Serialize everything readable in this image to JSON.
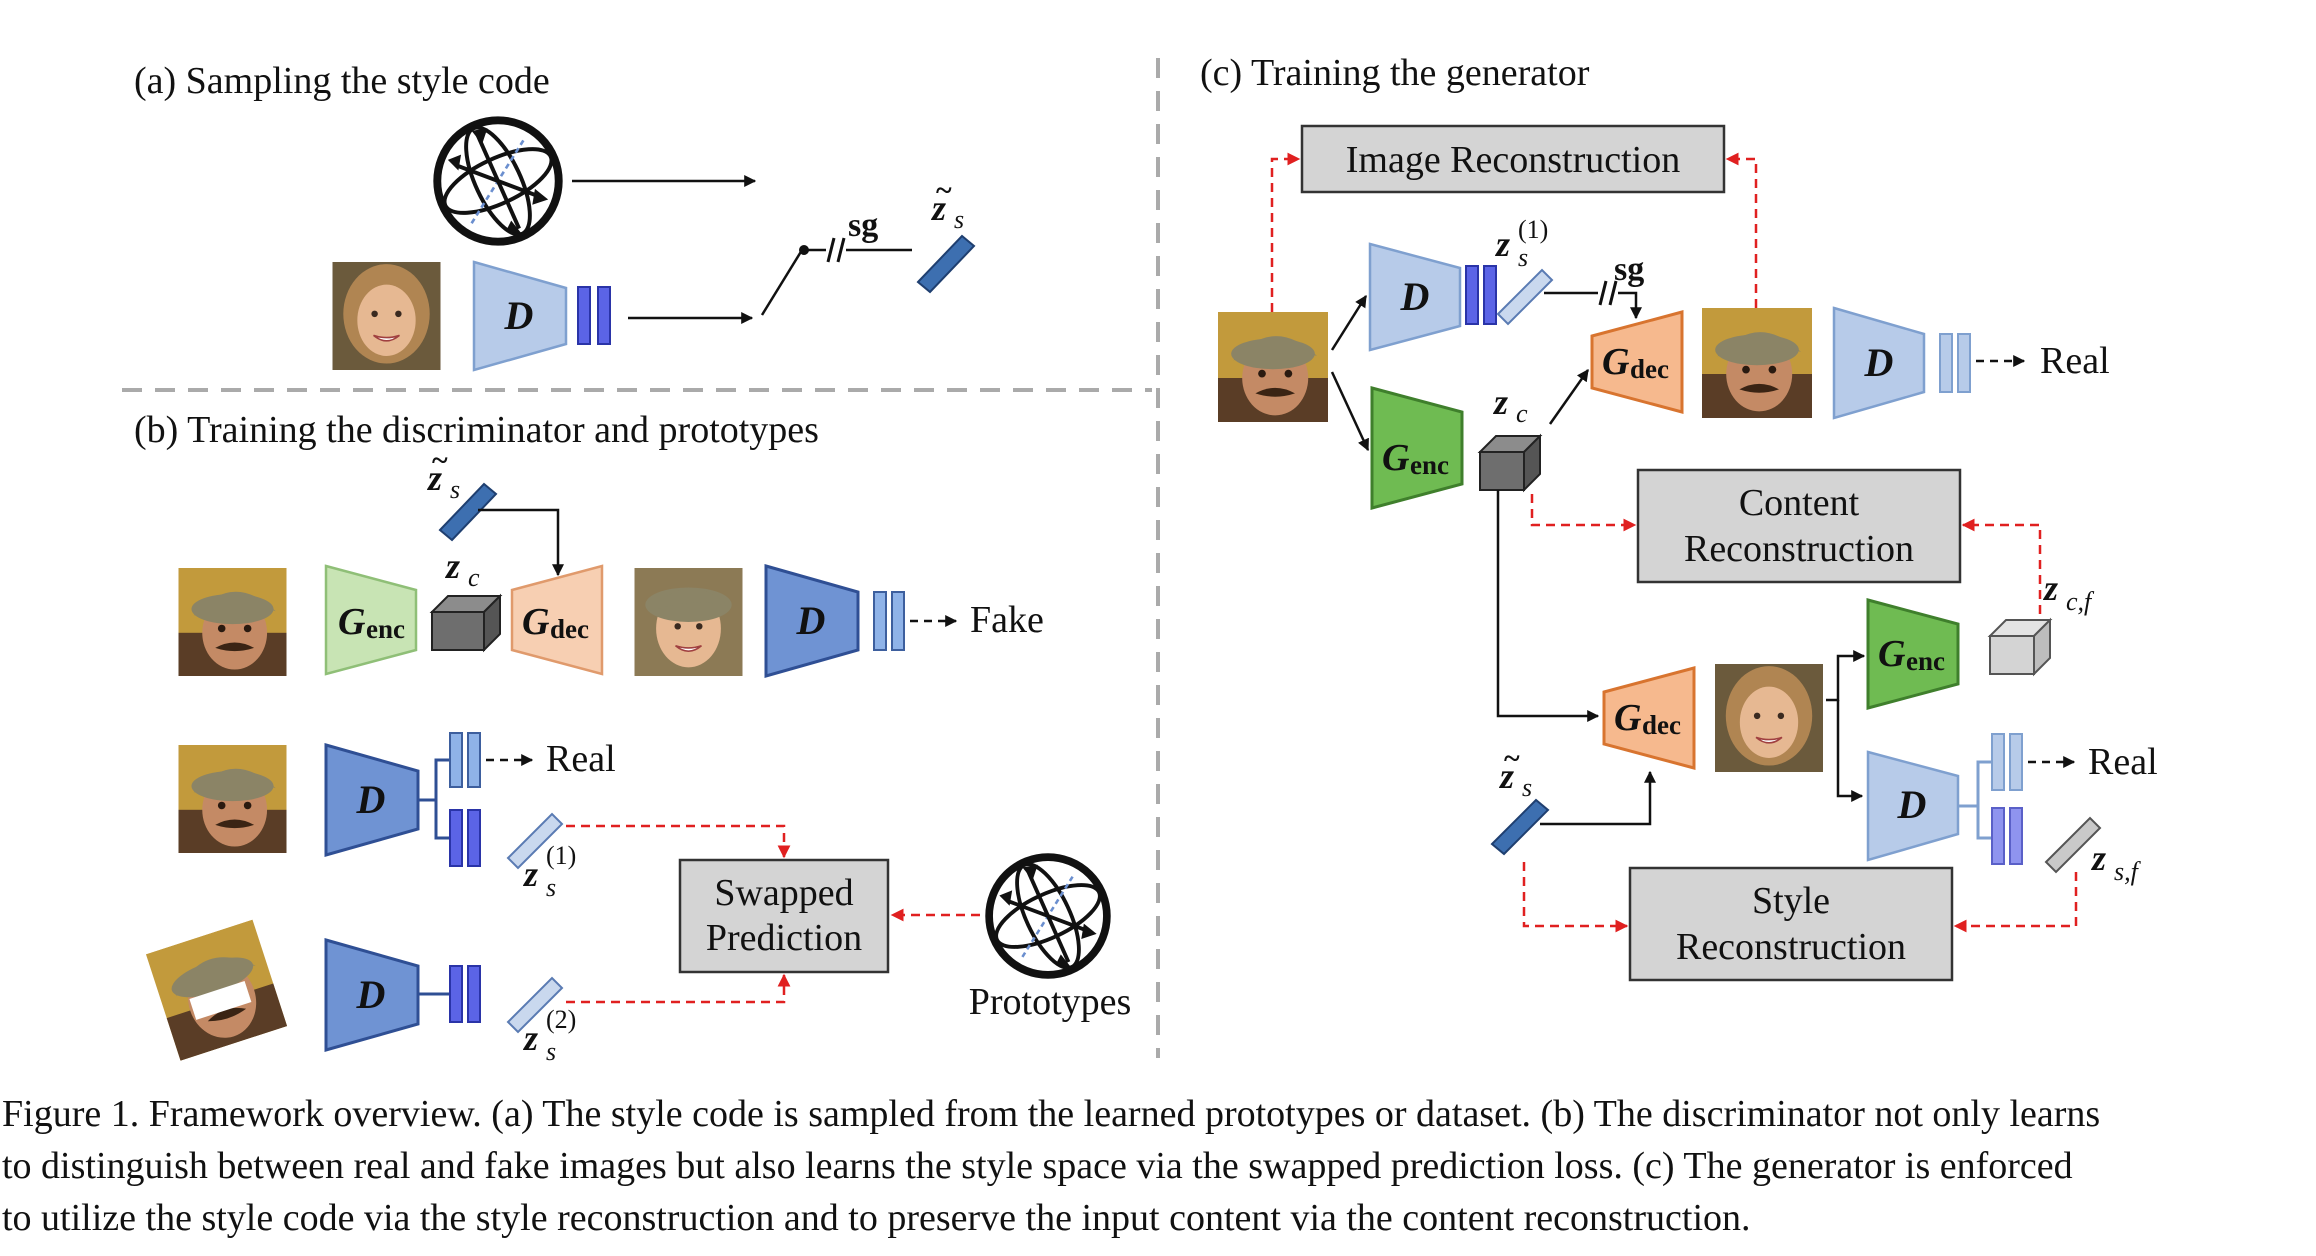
{
  "panels": {
    "a": {
      "title": "(a) Sampling the style code",
      "sg": "sg"
    },
    "b": {
      "title": "(b) Training the discriminator and prototypes",
      "fake": "Fake",
      "real": "Real",
      "swapped_1": "Swapped",
      "swapped_2": "Prediction",
      "prototypes": "Prototypes"
    },
    "c": {
      "title": "(c) Training the generator",
      "image_recon": "Image Reconstruction",
      "content_recon_1": "Content",
      "content_recon_2": "Reconstruction",
      "style_recon_1": "Style",
      "style_recon_2": "Reconstruction",
      "real": "Real",
      "sg": "sg"
    }
  },
  "symbols": {
    "D": "D",
    "G": "G",
    "enc": "enc",
    "dec": "dec",
    "z": "z",
    "s": "s",
    "c": "c",
    "cf": "c,f",
    "sf": "s,f",
    "sup1": "(1)",
    "sup2": "(2)",
    "tilde": "~"
  },
  "caption": [
    "Figure 1. Framework overview. (a) The style code is sampled from the learned prototypes or dataset. (b) The discriminator not only learns",
    "to distinguish between real and fake images but also learns the style space via the swapped prediction loss. (c) The generator is enforced",
    "to utilize the style code via the style reconstruction and to preserve the input content via the content reconstruction."
  ],
  "colors": {
    "disc_light": "#b7cbe9",
    "disc_light_stroke": "#7fa0cf",
    "disc_dark": "#6f93d3",
    "disc_dark_stroke": "#2f4f94",
    "feat_bar": "#5b64e6",
    "feat_bar_stroke": "#2a34a8",
    "enc_light": "#c8e4b4",
    "enc_light_stroke": "#8fbf77",
    "enc_dark": "#6fbb52",
    "enc_dark_stroke": "#3f7f2c",
    "dec_fill": "#f6b98e",
    "dec_stroke": "#d8742f",
    "dec_light": "#f7cfb2",
    "box_fill": "#d4d4d4",
    "box_stroke": "#333333",
    "red_dashed": "#e02020",
    "divider": "#aaaaaa",
    "code_dark": "#3d6fb0",
    "code_light": "#c9d8ee",
    "cube_dark": "#6e6e6e",
    "cube_light": "#d4d4d4",
    "face_hat": "#8b8466",
    "face_skin": "#c48a65",
    "face_bg": "#c29a3c",
    "face_hair": "#b08552",
    "face_skin_f": "#e6b892"
  }
}
